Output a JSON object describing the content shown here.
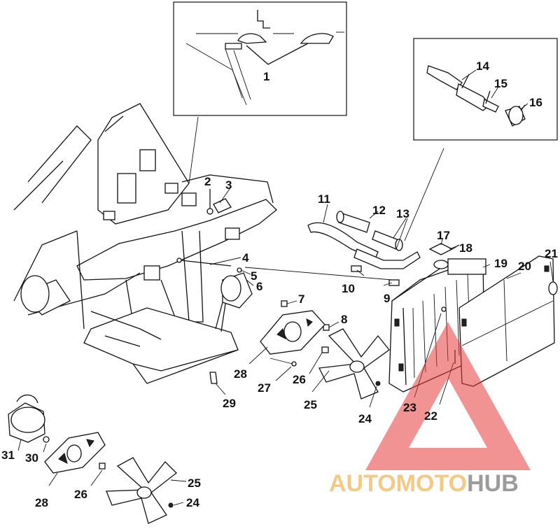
{
  "callouts": [
    {
      "id": "c1",
      "text": "1"
    },
    {
      "id": "c2",
      "text": "2"
    },
    {
      "id": "c3",
      "text": "3"
    },
    {
      "id": "c4",
      "text": "4"
    },
    {
      "id": "c5",
      "text": "5"
    },
    {
      "id": "c6",
      "text": "6"
    },
    {
      "id": "c7",
      "text": "7"
    },
    {
      "id": "c8",
      "text": "8"
    },
    {
      "id": "c9",
      "text": "9"
    },
    {
      "id": "c10",
      "text": "10"
    },
    {
      "id": "c11",
      "text": "11"
    },
    {
      "id": "c12",
      "text": "12"
    },
    {
      "id": "c13",
      "text": "13"
    },
    {
      "id": "c14",
      "text": "14"
    },
    {
      "id": "c15",
      "text": "15"
    },
    {
      "id": "c16",
      "text": "16"
    },
    {
      "id": "c17",
      "text": "17"
    },
    {
      "id": "c18",
      "text": "18"
    },
    {
      "id": "c19",
      "text": "19"
    },
    {
      "id": "c20",
      "text": "20"
    },
    {
      "id": "c21",
      "text": "21"
    },
    {
      "id": "c22",
      "text": "22"
    },
    {
      "id": "c23",
      "text": "23"
    },
    {
      "id": "c24a",
      "text": "24"
    },
    {
      "id": "c25a",
      "text": "25"
    },
    {
      "id": "c26a",
      "text": "26"
    },
    {
      "id": "c27",
      "text": "27"
    },
    {
      "id": "c28a",
      "text": "28"
    },
    {
      "id": "c29",
      "text": "29"
    },
    {
      "id": "c31",
      "text": "31"
    },
    {
      "id": "c30",
      "text": "30"
    },
    {
      "id": "c28b",
      "text": "28"
    },
    {
      "id": "c26b",
      "text": "26"
    },
    {
      "id": "c25b",
      "text": "25"
    },
    {
      "id": "c24b",
      "text": "24"
    }
  ],
  "watermark": {
    "part1": "AUTO",
    "part2": "MOTO",
    "part3": "HUB",
    "color_auto": "#f3c070",
    "color_moto": "#f3c070",
    "color_hub": "#8a8a8a",
    "logo_color": "#e63a3a"
  }
}
